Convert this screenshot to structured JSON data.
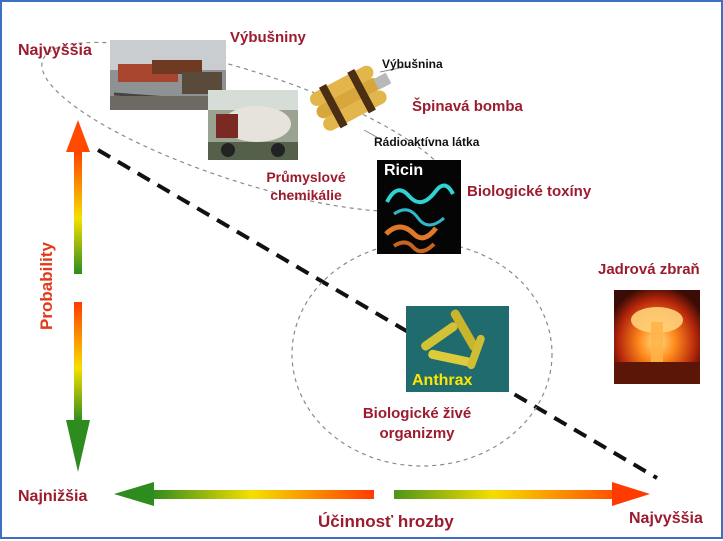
{
  "colors": {
    "label": "#9b1c2e",
    "dark_label": "#111111",
    "frame": "#3d6fc4",
    "axis_low": "#2e8b1e",
    "axis_mid": "#f5e000",
    "axis_high": "#ff3b00"
  },
  "axes": {
    "y_high": "Najvyššia",
    "y_low": "Najnižšia",
    "y_title": "Probability",
    "x_high": "Najvyššia",
    "x_title": "Účinnosť hrozby"
  },
  "items": {
    "explosives": "Výbušniny",
    "explosive": "Výbušnina",
    "dirty_bomb": "Špinavá bomba",
    "radioactive": "Rádioaktívna látka",
    "chemicals": "Průmyslové chemikálie",
    "ricin_tag": "Ricin",
    "toxins": "Biologické toxíny",
    "nuclear": "Jadrová zbraň",
    "anthrax_tag": "Anthrax",
    "organisms": "Biologické živé organizmy"
  },
  "icons": {
    "rail_photo": "train-wreck-photo",
    "tanker_photo": "tanker-truck-photo",
    "bomb_icon": "dynamite-bundle-icon",
    "ricin_image": "ricin-molecule-image",
    "anthrax_image": "anthrax-bacteria-image",
    "nuclear_image": "mushroom-cloud-image"
  }
}
